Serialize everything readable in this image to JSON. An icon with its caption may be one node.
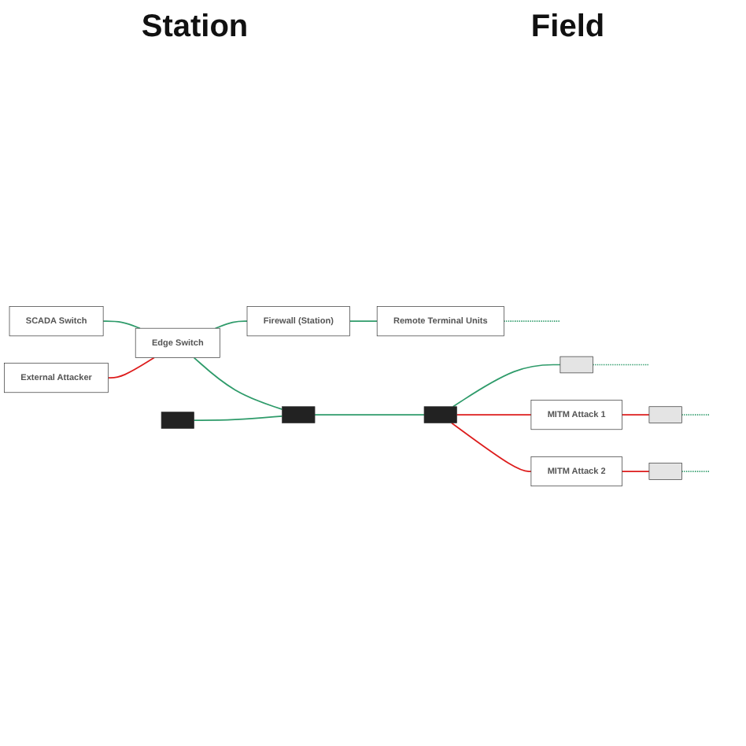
{
  "diagram": {
    "nodes": [
      {
        "text": [
          "SCADA Switch"
        ]
      },
      {
        "text": [
          "Edge Switch"
        ]
      },
      {
        "text": [
          "External Attacker"
        ]
      },
      {
        "text": [
          "Firewall (Station)"
        ]
      },
      {
        "text": [
          "Remote Terminal Units"
        ]
      },
      {
        "text": [],
        "shape": "box"
      },
      {
        "text": [],
        "shape": "box"
      },
      {
        "text": [],
        "shape": "box"
      },
      {
        "text": [],
        "shape": "box"
      },
      {
        "text": [
          "MITM Attack 1"
        ]
      },
      {
        "text": [],
        "shape": "box"
      },
      {
        "text": [
          "MITM Attack 2"
        ]
      },
      {
        "text": [],
        "shape": "box"
      }
    ],
    "edges": [
      {
        "from": 0,
        "to": 1,
        "arrow": "none"
      },
      {
        "from": 2,
        "to": 1,
        "arrow": "none",
        "color": "#dd1c1c"
      },
      {
        "from": 1,
        "to": 3,
        "arrow": "none"
      },
      {
        "from": 3,
        "to": 4,
        "arrow": "none"
      },
      {
        "from": 4,
        "to": null,
        "arrow": "none",
        "style": "dashed"
      },
      {
        "from": 1,
        "to": 6,
        "arrow": "none"
      },
      {
        "from": 5,
        "to": 6,
        "arrow": "none"
      },
      {
        "from": 6,
        "to": 7,
        "arrow": "none"
      },
      {
        "from": 7,
        "to": 8,
        "arrow": "none"
      },
      {
        "from": 8,
        "to": null,
        "arrow": "none",
        "style": "dashed"
      },
      {
        "from": 7,
        "to": 9,
        "arrow": "none",
        "color": "#dd1c1c"
      },
      {
        "from": 7,
        "to": 11,
        "arrow": "none",
        "color": "#dd1c1c"
      },
      {
        "from": 9,
        "to": 10,
        "arrow": "none",
        "color": "#dd1c1c"
      },
      {
        "from": 10,
        "to": null,
        "arrow": "none",
        "style": "dashed"
      },
      {
        "from": 11,
        "to": 12,
        "arrow": "none",
        "color": "#dd1c1c"
      },
      {
        "from": 12,
        "to": null,
        "arrow": "none",
        "style": "dashed"
      }
    ],
    "labels": [
      "Station",
      "Field"
    ]
  }
}
